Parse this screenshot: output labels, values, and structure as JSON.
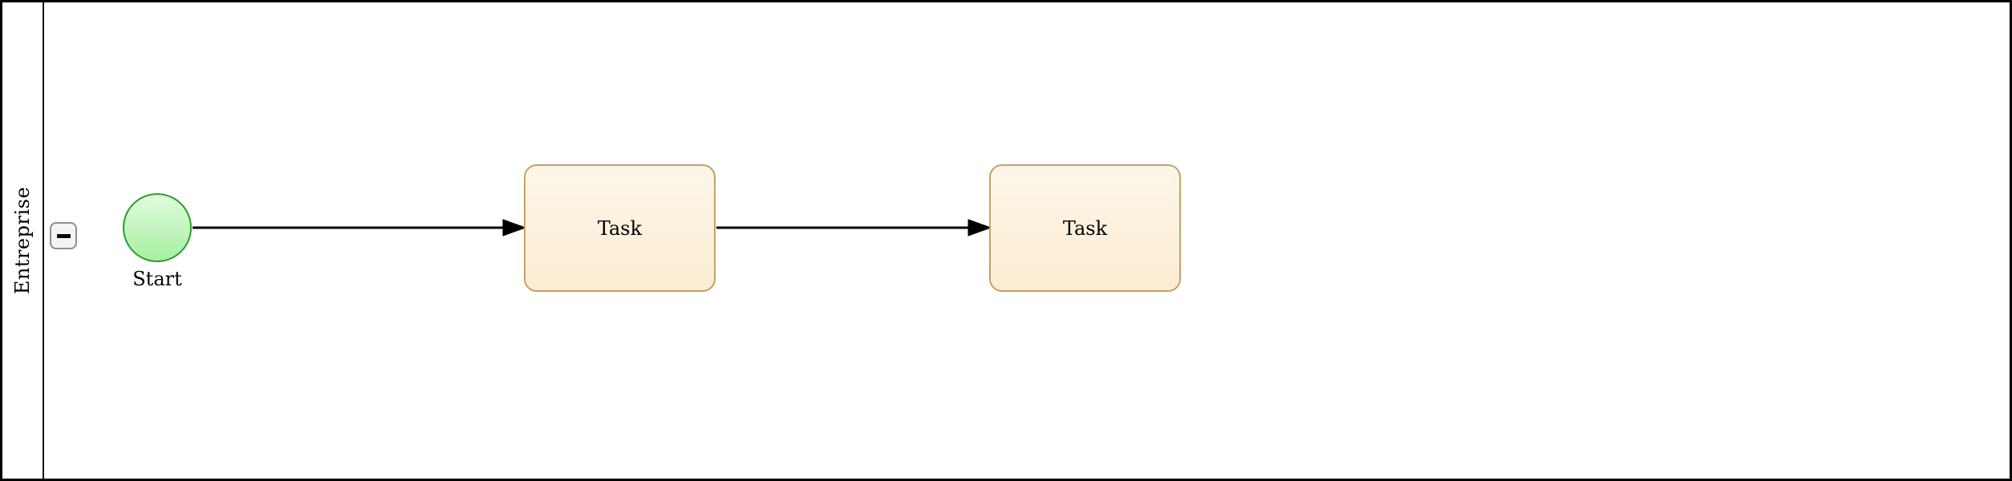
{
  "diagram": {
    "type": "bpmn-pool",
    "lane": {
      "label": "Entreprise",
      "collapse_button": {
        "icon": "minus-icon",
        "symbol": "−",
        "state": "expanded"
      }
    },
    "nodes": [
      {
        "id": "start-event",
        "kind": "start-event",
        "label": "Start"
      },
      {
        "id": "task-1",
        "kind": "task",
        "label": "Task"
      },
      {
        "id": "task-2",
        "kind": "task",
        "label": "Task"
      }
    ],
    "flows": [
      {
        "from": "start-event",
        "to": "task-1"
      },
      {
        "from": "task-1",
        "to": "task-2"
      }
    ],
    "colors": {
      "pool_border": "#000000",
      "lane_divider": "#141414",
      "task_border": "#C4A264",
      "task_fill_top": "#FDF6E9",
      "task_fill_bottom": "#FBECD2",
      "start_border": "#2C9B2C",
      "start_fill_top": "#E1FBDE",
      "start_fill_bottom": "#A7EFA1",
      "flow_stroke": "#000000",
      "button_border": "#8F8F8F",
      "button_fill": "#F4F4F4"
    }
  }
}
